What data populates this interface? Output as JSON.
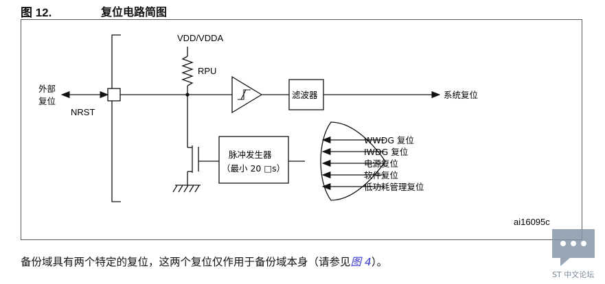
{
  "figure": {
    "number": "图 12.",
    "title": "复位电路简图",
    "code": "ai16095c"
  },
  "diagram": {
    "supply": "VDD/VDDA",
    "resistor": "RPU",
    "external_reset": [
      "外部",
      "复位"
    ],
    "pin": "NRST",
    "filter": "滤波器",
    "system_reset": "系统复位",
    "pulse_gen": [
      "脉冲发生器",
      "（最小 20 □s）"
    ],
    "reset_sources": [
      "WWDG 复位",
      "IWDG 复位",
      "电源复位",
      "软件复位",
      "低功耗管理复位"
    ]
  },
  "caption": {
    "text": "备份域具有两个特定的复位，这两个复位仅作用于备份域本身（请参见",
    "link": "图 4",
    "end": "）。"
  },
  "watermark": {
    "text": "ST 中文论坛",
    "icon": "chat-bubble-icon"
  }
}
